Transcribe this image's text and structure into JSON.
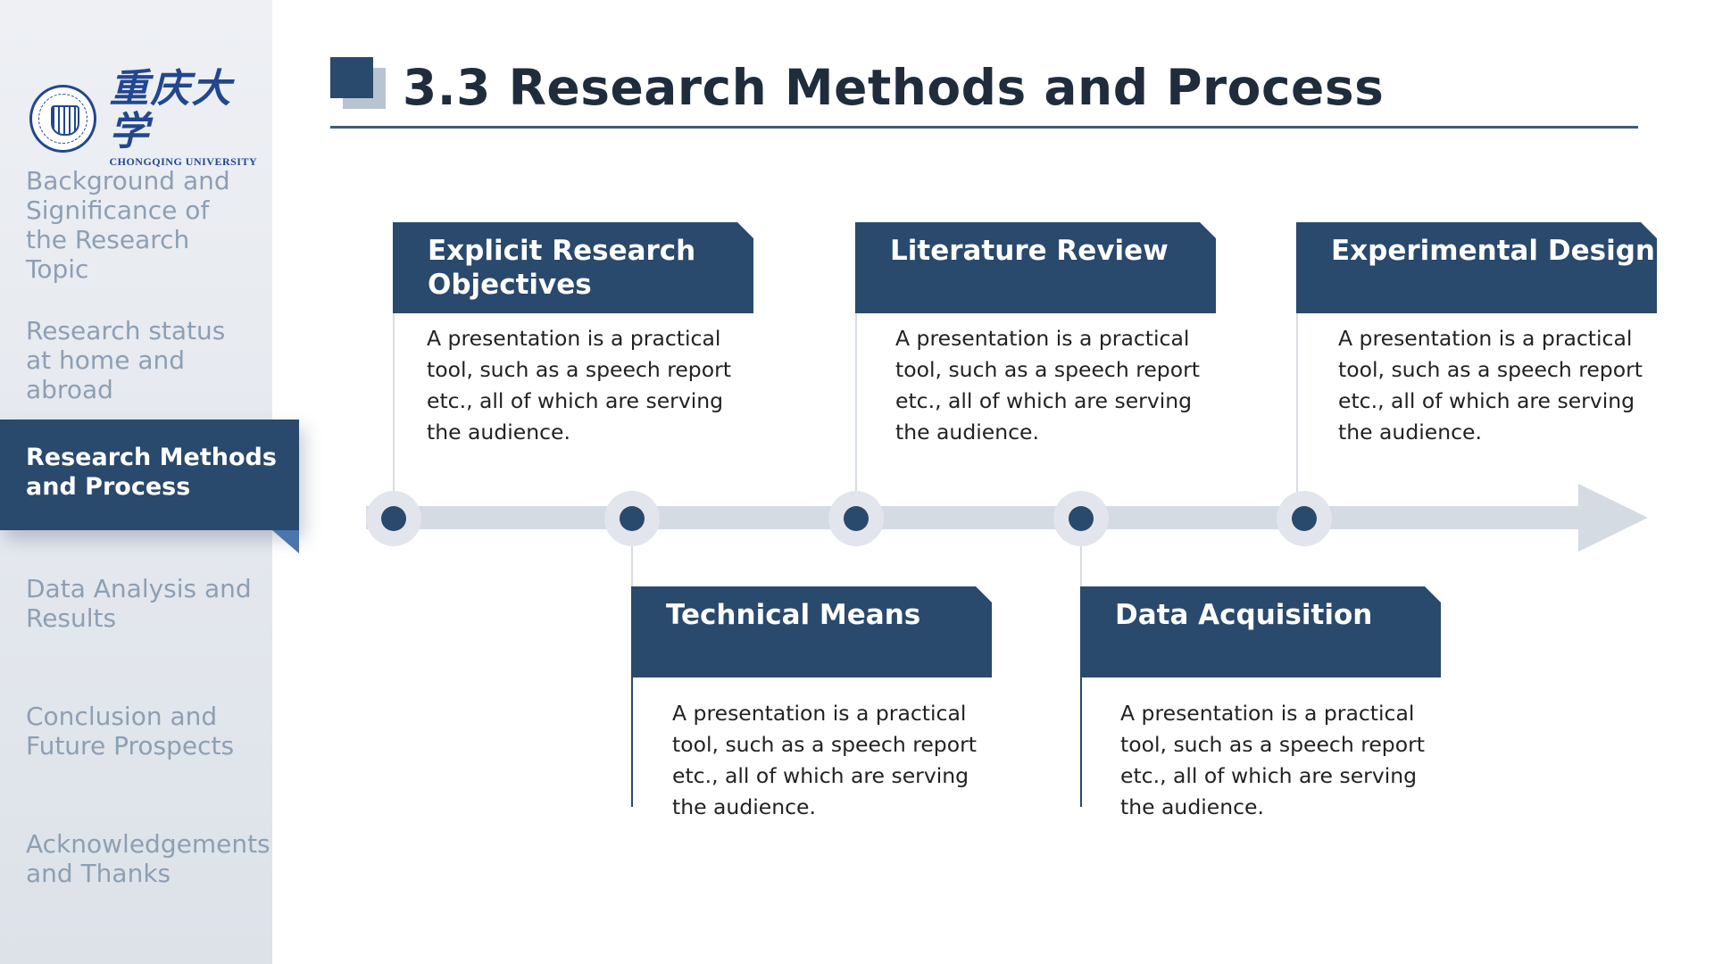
{
  "logo": {
    "cn": "重庆大学",
    "en": "CHONGQING UNIVERSITY"
  },
  "sidebar": {
    "items": [
      {
        "label": "Background and Significance of the Research Topic"
      },
      {
        "label": "Research status at home and abroad"
      },
      {
        "label": "Research Methods and Process",
        "active": true
      },
      {
        "label": "Data Analysis and Results"
      },
      {
        "label": "Conclusion and Future Prospects"
      },
      {
        "label": "Acknowledgements and Thanks"
      }
    ]
  },
  "header": {
    "title": "3.3 Research Methods and Process"
  },
  "timeline": {
    "steps": [
      {
        "title": "Explicit Research Objectives",
        "text": " A presentation is a practical tool, such as a speech report etc., all of which are serving the audience."
      },
      {
        "title": "Technical Means",
        "text": " A presentation is a practical tool, such as a speech report etc., all of which are serving the audience."
      },
      {
        "title": "Literature Review",
        "text": " A presentation is a practical tool, such as a speech report etc., all of which are serving the audience."
      },
      {
        "title": "Data Acquisition",
        "text": " A presentation is a practical tool, such as a speech report etc., all of which are serving the audience."
      },
      {
        "title": "Experimental Design",
        "text": " A presentation is a practical tool, such as a speech report etc., all of which are serving the audience."
      }
    ]
  },
  "colors": {
    "primary": "#29496d",
    "accent": "#4a76ac",
    "axis": "#d5dbe2",
    "nav_inactive": "#8d9fb3"
  },
  "icons": {
    "title_marker": "square-stack-icon",
    "logo": "university-seal-icon"
  }
}
